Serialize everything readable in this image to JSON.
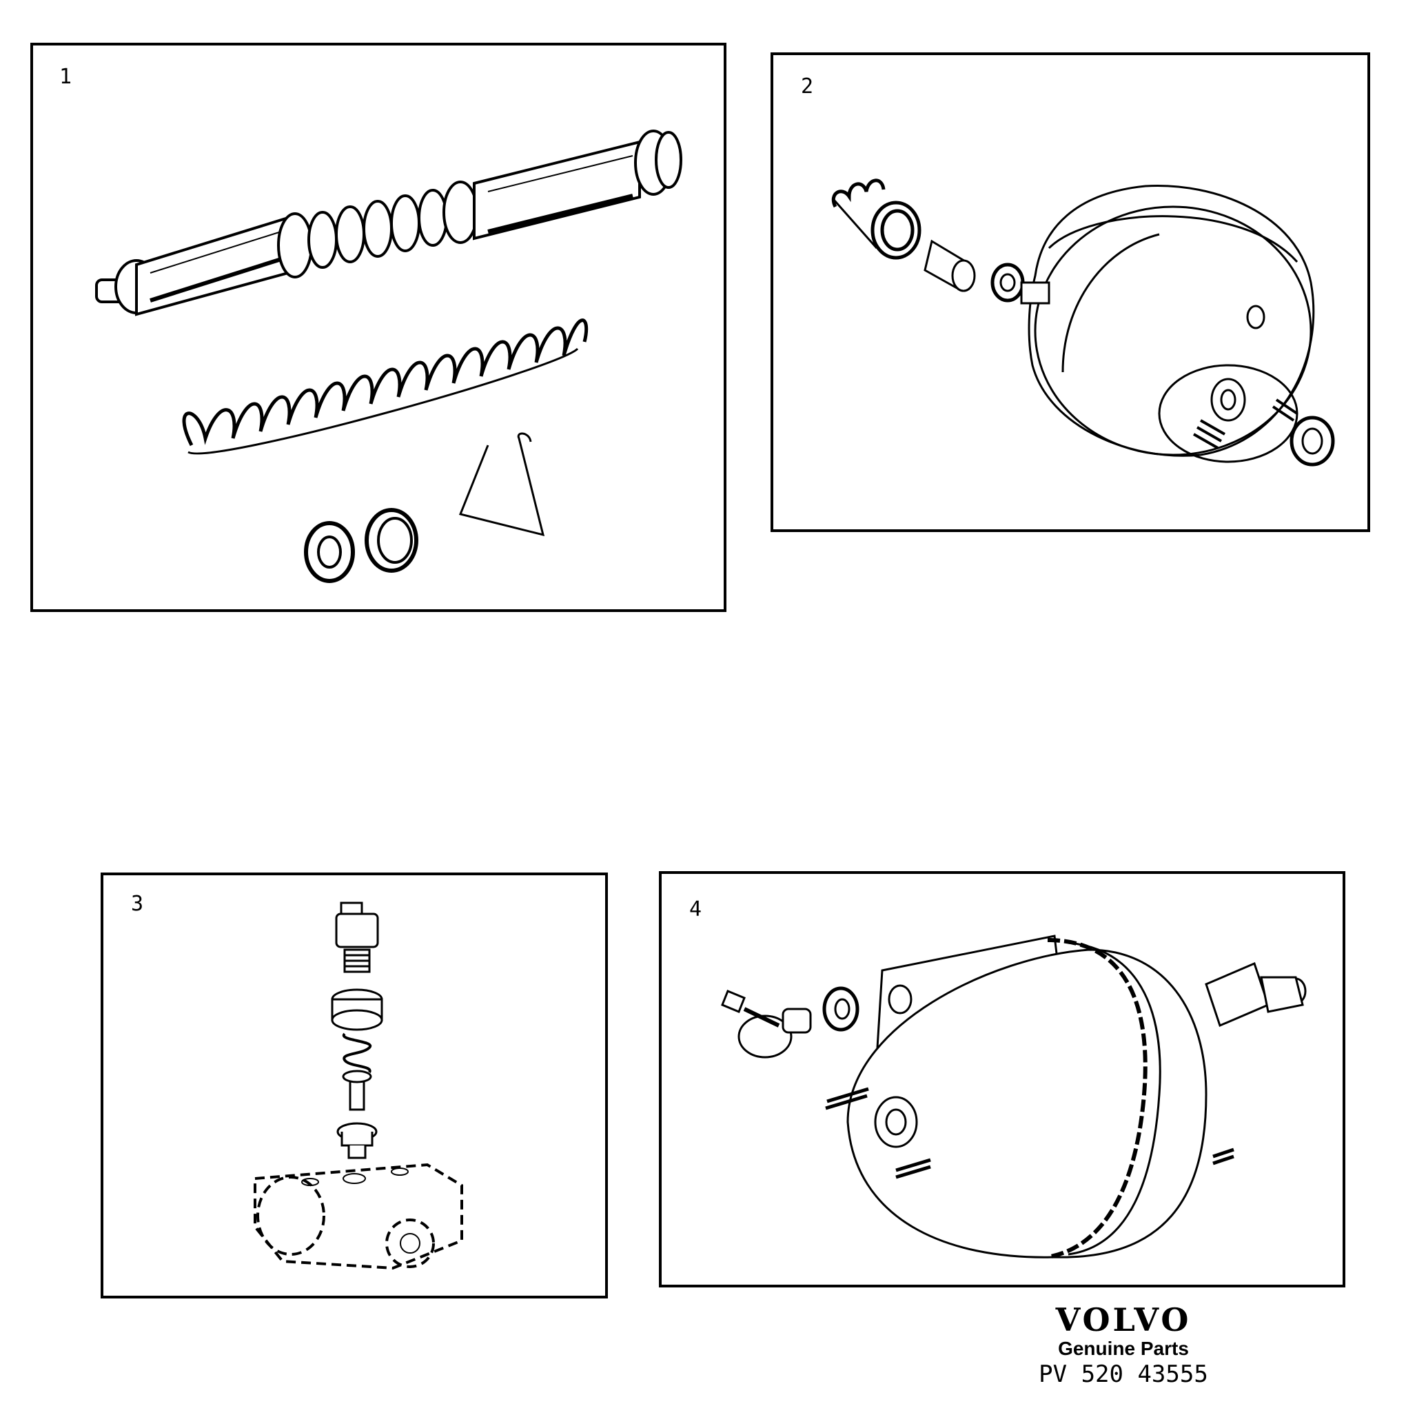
{
  "panels": [
    {
      "label": "1"
    },
    {
      "label": "2"
    },
    {
      "label": "3"
    },
    {
      "label": "4"
    }
  ],
  "brand": {
    "logo": "VOLVO",
    "subtitle": "Genuine Parts",
    "code": "PV 520 43555"
  }
}
